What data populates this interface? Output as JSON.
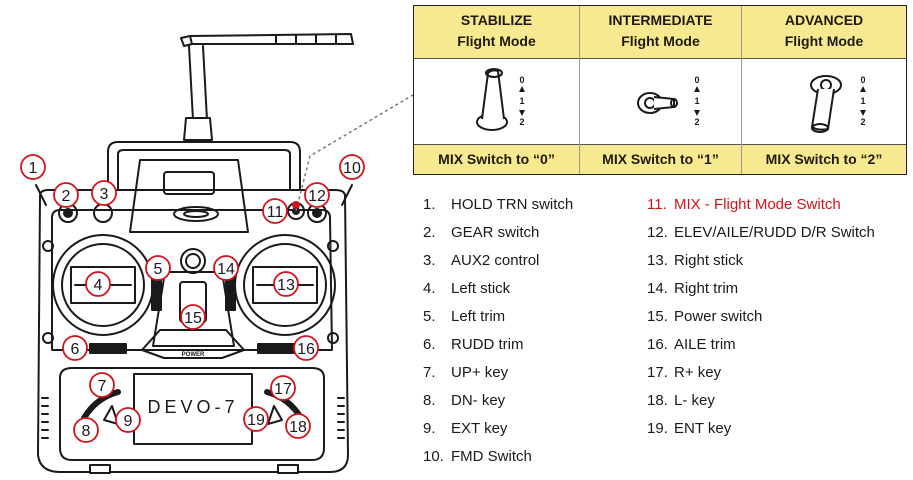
{
  "modes": [
    {
      "title_line1": "STABILIZE",
      "title_line2": "Flight Mode",
      "footer": "MIX Switch to “0”",
      "switch_position": "0"
    },
    {
      "title_line1": "INTERMEDIATE",
      "title_line2": "Flight Mode",
      "footer": "MIX Switch to “1”",
      "switch_position": "1"
    },
    {
      "title_line1": "ADVANCED",
      "title_line2": "Flight Mode",
      "footer": "MIX Switch to “2”",
      "switch_position": "2"
    }
  ],
  "scale_labels": {
    "top": "0",
    "middle": "1",
    "bottom": "2"
  },
  "screen_text": "DEVO-7",
  "power_label": "POWER",
  "callouts": [
    "1",
    "2",
    "3",
    "4",
    "5",
    "6",
    "7",
    "8",
    "9",
    "10",
    "11",
    "12",
    "13",
    "14",
    "15",
    "16",
    "17",
    "18",
    "19"
  ],
  "legend_left": [
    {
      "num": "1.",
      "text": "HOLD TRN switch"
    },
    {
      "num": "2.",
      "text": "GEAR switch"
    },
    {
      "num": "3.",
      "text": "AUX2 control"
    },
    {
      "num": "4.",
      "text": "Left stick"
    },
    {
      "num": "5.",
      "text": "Left trim"
    },
    {
      "num": "6.",
      "text": "RUDD trim"
    },
    {
      "num": "7.",
      "text": "UP+ key"
    },
    {
      "num": "8.",
      "text": "DN- key"
    },
    {
      "num": "9.",
      "text": "EXT key"
    },
    {
      "num": "10.",
      "text": "FMD Switch"
    }
  ],
  "legend_right": [
    {
      "num": "11.",
      "text": "MIX - Flight Mode Switch"
    },
    {
      "num": "12.",
      "text": "ELEV/AILE/RUDD D/R Switch"
    },
    {
      "num": "13.",
      "text": "Right stick"
    },
    {
      "num": "14.",
      "text": "Right trim"
    },
    {
      "num": "15.",
      "text": "Power switch"
    },
    {
      "num": "16.",
      "text": "AILE trim"
    },
    {
      "num": "17.",
      "text": "R+ key"
    },
    {
      "num": "18.",
      "text": "L- key"
    },
    {
      "num": "19.",
      "text": "ENT key"
    }
  ],
  "colors": {
    "callout": "#d0141a",
    "header_fill": "#f7e98f",
    "highlight_row": "#d0141a",
    "line": "#1a1a1a"
  },
  "icons": [
    "antenna-icon",
    "toggle-switch-icon",
    "control-stick-icon",
    "power-switch-icon"
  ]
}
